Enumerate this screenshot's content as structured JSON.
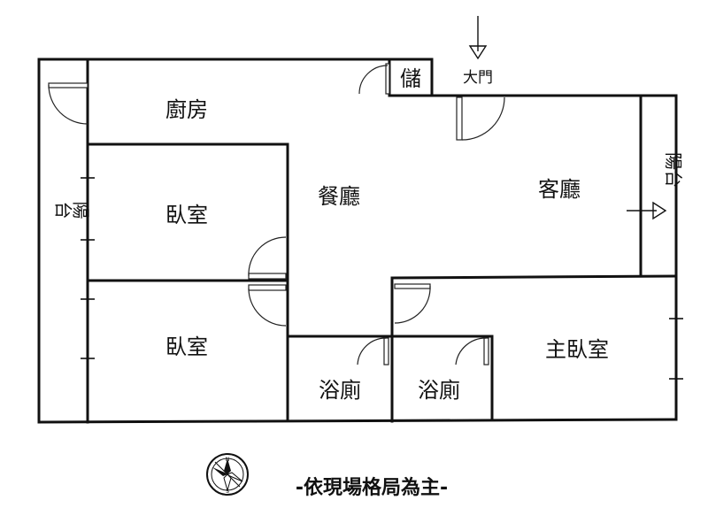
{
  "plan": {
    "rooms": {
      "kitchen": "廚房",
      "storage": "儲",
      "main_door": "大門",
      "dining": "餐廳",
      "living": "客廳",
      "bedroom_1": "臥室",
      "bedroom_2": "臥室",
      "bath_1": "浴廁",
      "bath_2": "浴廁",
      "master_bedroom": "主臥室",
      "balcony_left": "陽台",
      "balcony_right": "陽台"
    },
    "note": "-依現場格局為主-",
    "compass": {
      "north": "N",
      "south": "S"
    },
    "colors": {
      "wall": "#111111",
      "background": "#ffffff"
    }
  }
}
